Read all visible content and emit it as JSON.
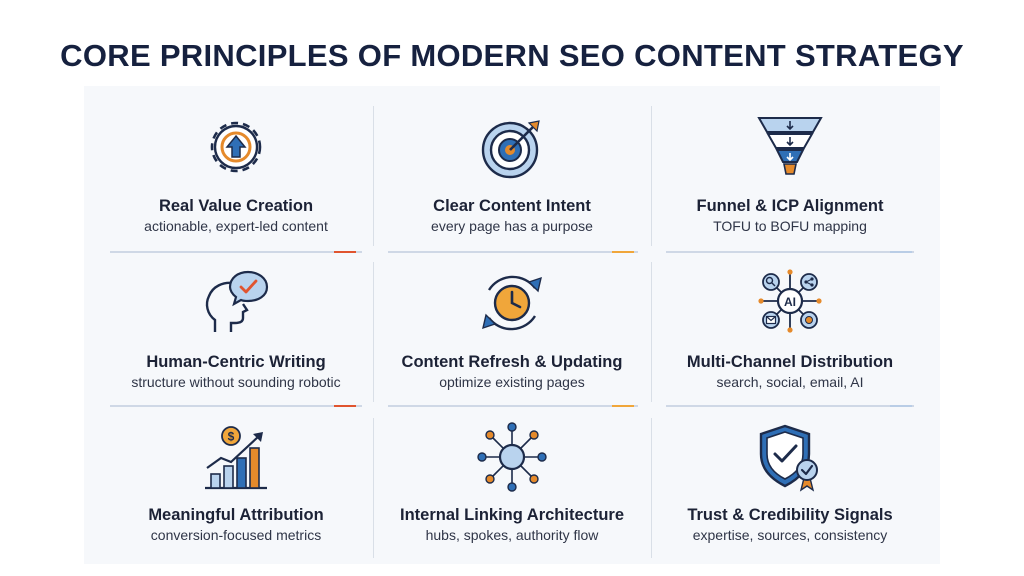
{
  "title": "CORE PRINCIPLES OF MODERN SEO CONTENT STRATEGY",
  "colors": {
    "navy": "#16213f",
    "blue": "#2f6fb6",
    "light_blue": "#b9d3ee",
    "orange": "#e58a2b",
    "red_accent": "#e0542f",
    "teal": "#4ab3b8"
  },
  "principles": [
    {
      "icon": "gear-arrow-icon",
      "label": "Real Value Creation",
      "desc": "actionable, expert-led content",
      "accent": "#e0542f"
    },
    {
      "icon": "target-icon",
      "label": "Clear Content Intent",
      "desc": "every page has a purpose",
      "accent": "#f0a63a"
    },
    {
      "icon": "funnel-icon",
      "label": "Funnel & ICP Alignment",
      "desc": "TOFU to BOFU mapping",
      "accent": "#b9cde6"
    },
    {
      "icon": "head-chat-icon",
      "label": "Human-Centric Writing",
      "desc": "structure without sounding robotic",
      "accent": "#e0542f"
    },
    {
      "icon": "refresh-clock-icon",
      "label": "Content Refresh & Updating",
      "desc": "optimize existing pages",
      "accent": "#f0a63a"
    },
    {
      "icon": "ai-network-icon",
      "label": "Multi-Channel Distribution",
      "desc": "search, social, email, AI",
      "accent": "#b9cde6"
    },
    {
      "icon": "growth-chart-icon",
      "label": "Meaningful Attribution",
      "desc": "conversion-focused metrics",
      "accent": "#e0542f"
    },
    {
      "icon": "hub-spoke-icon",
      "label": "Internal Linking Architecture",
      "desc": "hubs, spokes, authority flow",
      "accent": "#f0a63a"
    },
    {
      "icon": "shield-check-icon",
      "label": "Trust & Credibility Signals",
      "desc": "expertise, sources, consistency",
      "accent": "#b9cde6"
    }
  ]
}
